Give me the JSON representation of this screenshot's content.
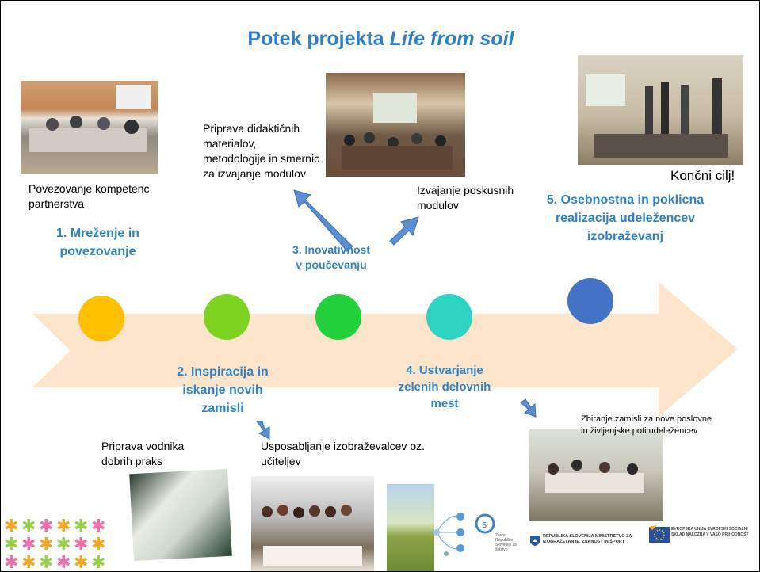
{
  "title": {
    "prefix": "Potek projekta ",
    "italic": "Life from soil"
  },
  "steps": {
    "s1": "1. Mreženje in povezovanje",
    "s2": "2. Inspiracija in iskanje novih zamisli",
    "s3": "3. Inovativnost v poučevanju",
    "s4": "4. Ustvarjanje zelenih delovnih mest",
    "s5": "5. Osebnostna in poklicna realizacija udeležencev izobraževanj"
  },
  "notes": {
    "n1": "Povezovanje kompetenc partnerstva",
    "n2": "Priprava didaktičnih materialov, metodologije in smernic za izvajanje modulov",
    "n3": "Izvajanje poskusnih modulov",
    "n4": "Končni cilj!",
    "n5": "Priprava vodnika dobrih praks",
    "n6": "Usposabljanje izobraževalcev oz. učiteljev",
    "n7": "Zbiranje zamisli za nove poslovne in življenjske poti udeležencev"
  },
  "colors": {
    "title": "#2e7fc8",
    "arrow": "#fde5cc",
    "circles": [
      "#ffc000",
      "#7ed321",
      "#22d13b",
      "#2ed4c1",
      "#4472c4"
    ],
    "pointer_arrows": "#5b8fd1"
  },
  "logos": {
    "zavod": "Zavod Republike Slovenije za šolstvo",
    "ministry": "REPUBLIKA SLOVENIJA MINISTRSTVO ZA IZOBRAŽEVANJE, ZNANOST IN ŠPORT",
    "eu": "EVROPSKA UNIJA EVROPSKI SOCIALNI SKLAD NALOŽBA V VAŠO PRIHODNOST"
  }
}
